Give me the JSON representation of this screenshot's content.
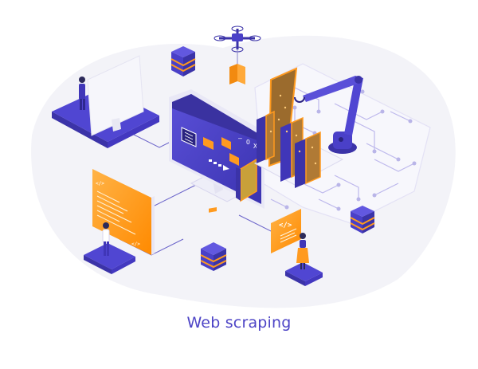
{
  "title": "Web scraping",
  "colors": {
    "primary": "#5046d2",
    "primary_dark": "#3b33a8",
    "accent": "#ff9a1f",
    "accent_dark": "#e0781a",
    "circuit": "#b9b5e8",
    "background_blob": "#f3f3f8"
  },
  "illustration": {
    "main_monitor": {
      "window_controls": [
        "—",
        "O",
        "X"
      ]
    },
    "left_code_panel": {
      "code_tag_top": "</>",
      "code_tag_bottom": "</>"
    },
    "right_code_panel": {
      "code_tag": "</>"
    },
    "servers": [
      "server-top",
      "server-middle",
      "server-right"
    ],
    "icons": [
      "drone-icon",
      "folder-icon",
      "robot-arm-icon",
      "data-stack-icon"
    ]
  }
}
